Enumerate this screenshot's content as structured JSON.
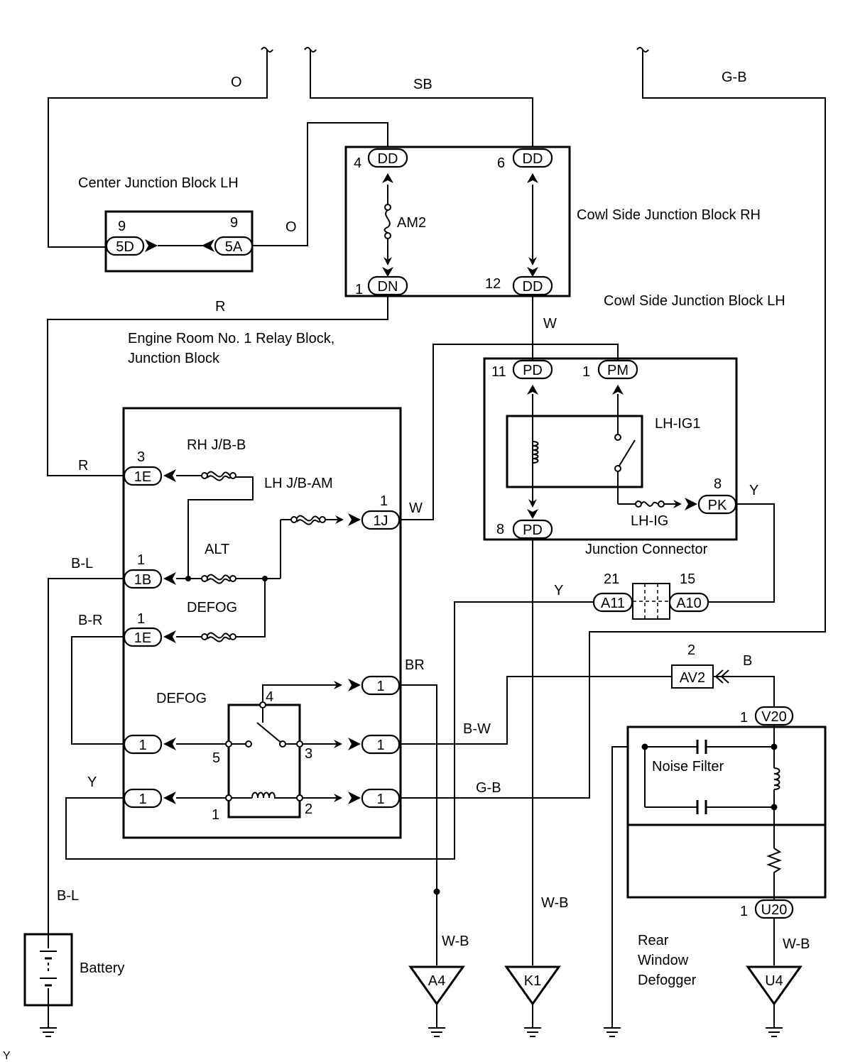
{
  "labels": {
    "center_jb": "Center Junction Block LH",
    "cowl_rh": "Cowl Side Junction Block RH",
    "cowl_lh": "Cowl Side Junction Block LH",
    "engine_room_1": "Engine Room No. 1 Relay Block,",
    "engine_room_2": "Junction Block",
    "junction_connector": "Junction Connector",
    "noise_filter": "Noise Filter",
    "battery": "Battery",
    "rear_1": "Rear",
    "rear_2": "Window",
    "rear_3": "Defogger",
    "corner": "Y"
  },
  "fuses": {
    "am2": "AM2",
    "rh_jb_b": "RH J/B-B",
    "lh_jb_am": "LH J/B-AM",
    "alt": "ALT",
    "defog_fuse": "DEFOG",
    "defog_relay": "DEFOG",
    "lh_ig1": "LH-IG1",
    "lh_ig": "LH-IG"
  },
  "wires": {
    "o_top": "O",
    "sb": "SB",
    "gb_top": "G-B",
    "o_mid": "O",
    "r_top": "R",
    "r_left": "R",
    "w_vert": "W",
    "w_1j": "W",
    "y_pk": "Y",
    "bl_top": "B-L",
    "br_left": "B-R",
    "y_a11": "Y",
    "br": "BR",
    "b": "B",
    "bw": "B-W",
    "y_left": "Y",
    "gb_mid": "G-B",
    "bl_bottom": "B-L",
    "wb_a4": "W-B",
    "wb_k1": "W-B",
    "wb_u4": "W-B"
  },
  "connectors": {
    "dd4": {
      "code": "DD",
      "pin": "4"
    },
    "dd6": {
      "code": "DD",
      "pin": "6"
    },
    "dn1": {
      "code": "DN",
      "pin": "1"
    },
    "dd12": {
      "code": "DD",
      "pin": "12"
    },
    "c5d": {
      "code": "5D",
      "pin": "9"
    },
    "c5a": {
      "code": "5A",
      "pin": "9"
    },
    "pd11": {
      "code": "PD",
      "pin": "11"
    },
    "pm1": {
      "code": "PM",
      "pin": "1"
    },
    "pd8": {
      "code": "PD",
      "pin": "8"
    },
    "pk8": {
      "code": "PK",
      "pin": "8"
    },
    "e1e_3": {
      "code": "1E",
      "pin": "3"
    },
    "j1j": {
      "code": "1J",
      "pin": "1"
    },
    "b1b": {
      "code": "1B",
      "pin": "1"
    },
    "e1e_1": {
      "code": "1E",
      "pin": "1"
    },
    "a11": {
      "code": "A11",
      "pin": "21"
    },
    "a10": {
      "code": "A10",
      "pin": "15"
    },
    "av2": {
      "code": "AV2",
      "pin": "2"
    },
    "v20": {
      "code": "V20",
      "pin": "1"
    },
    "u20": {
      "code": "U20",
      "pin": "1"
    },
    "r1_right": "1",
    "r2_right": "1",
    "r3_right": "1",
    "r1_left": "1",
    "r2_left": "1"
  },
  "relay_pins": {
    "p4": "4",
    "p5": "5",
    "p3": "3",
    "p1": "1",
    "p2": "2"
  },
  "grounds": {
    "a4": "A4",
    "k1": "K1",
    "u4": "U4"
  }
}
